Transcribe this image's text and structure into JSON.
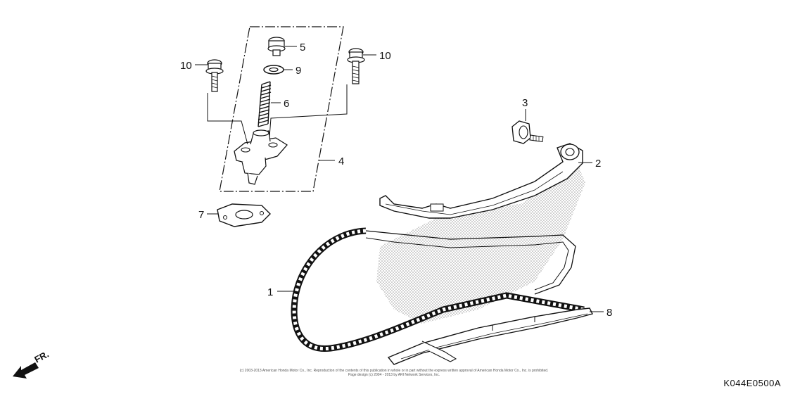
{
  "callouts": {
    "c1": "1",
    "c2": "2",
    "c3": "3",
    "c4": "4",
    "c5": "5",
    "c6": "6",
    "c7": "7",
    "c8": "8",
    "c9": "9",
    "c10a": "10",
    "c10b": "10"
  },
  "direction_label": "FR.",
  "copyright": {
    "line1": "(c) 2003-2013 American Honda Motor Co., Inc. Reproduction of the contents of this publication in whole or in part without the express written approval of American Honda Motor Co., Inc. is prohibited.",
    "line2": "Page design (c) 2004 - 2013 by ARI Network Services, Inc."
  },
  "diagram_code": "K044E0500A",
  "colors": {
    "ink": "#111111",
    "shade": "#9a9a9a"
  }
}
